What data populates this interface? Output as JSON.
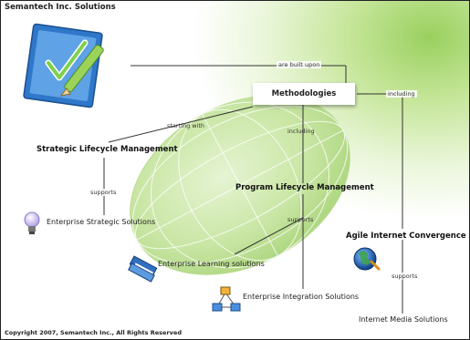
{
  "header": {
    "title": "Semantech Inc. Solutions"
  },
  "footer": {
    "copyright": "Copyright 2007, Semantech Inc., All Rights Reserved"
  },
  "nodes": {
    "methodologies": "Methodologies",
    "strategic": "Strategic Lifecycle Management",
    "program": "Program Lifecycle Management",
    "agile": "Agile Internet Convergence",
    "enterprise_strategic": "Enterprise Strategic Solutions",
    "enterprise_learning": "Enterprise Learning solutions",
    "enterprise_integration": "Enterprise Integration Solutions",
    "internet_media": "Internet Media Solutions"
  },
  "edges": {
    "built_upon": "are built upon",
    "including_right": "including",
    "starting_with": "starting with",
    "including_center": "including",
    "supports_left": "supports",
    "supports_center": "supports",
    "supports_right": "supports"
  },
  "colors": {
    "background_accent": "#9ad05f",
    "sphere_fill": "#c9e6a4",
    "icon_blue": "#2b6fc4"
  }
}
